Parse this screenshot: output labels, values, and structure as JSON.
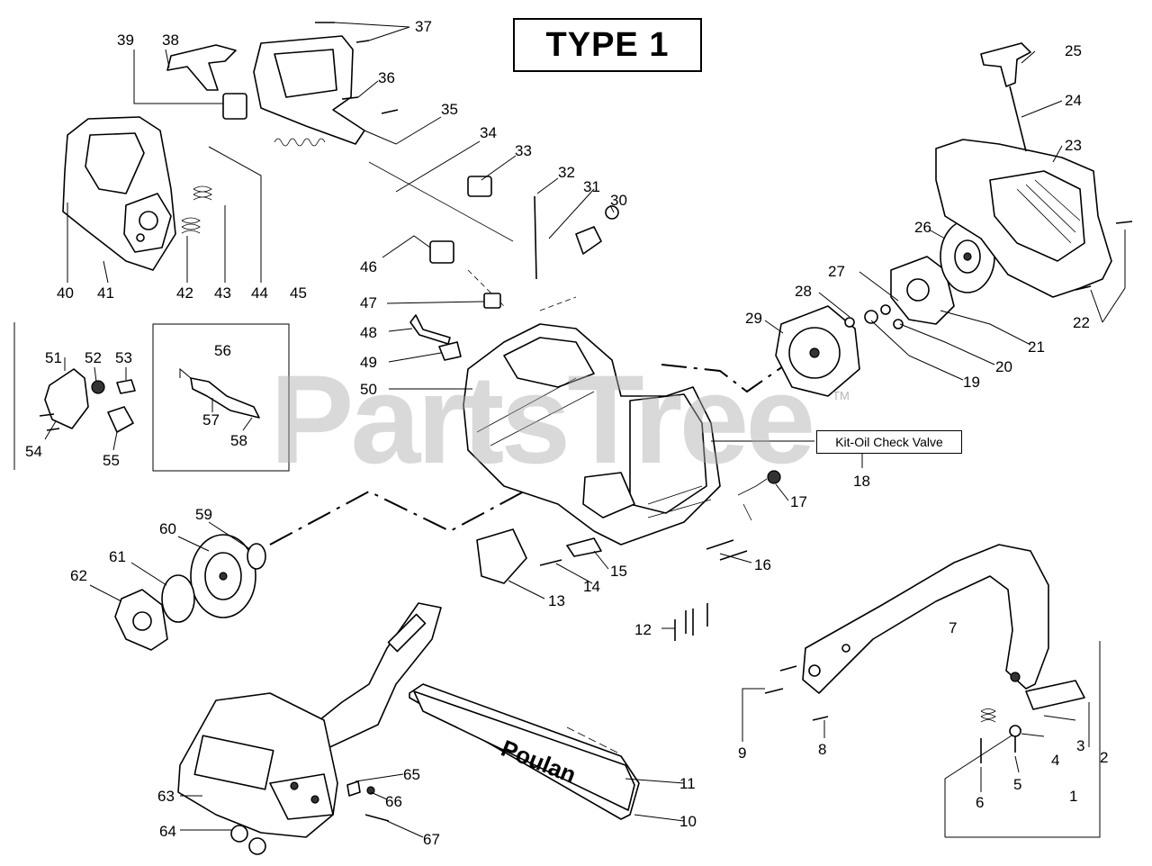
{
  "title_box": {
    "label": "TYPE 1"
  },
  "kit_box": {
    "label": "Kit-Oil Check Valve"
  },
  "watermark": {
    "text": "PartsTree",
    "trademark": "TM"
  },
  "brand_on_bar": "Poulan",
  "callouts": [
    {
      "id": "1",
      "label": "1"
    },
    {
      "id": "2",
      "label": "2"
    },
    {
      "id": "3",
      "label": "3"
    },
    {
      "id": "4",
      "label": "4"
    },
    {
      "id": "5",
      "label": "5"
    },
    {
      "id": "6",
      "label": "6"
    },
    {
      "id": "7",
      "label": "7"
    },
    {
      "id": "8",
      "label": "8"
    },
    {
      "id": "9",
      "label": "9"
    },
    {
      "id": "10",
      "label": "10"
    },
    {
      "id": "11",
      "label": "11"
    },
    {
      "id": "12",
      "label": "12"
    },
    {
      "id": "13",
      "label": "13"
    },
    {
      "id": "14",
      "label": "14"
    },
    {
      "id": "15",
      "label": "15"
    },
    {
      "id": "16",
      "label": "16"
    },
    {
      "id": "17",
      "label": "17"
    },
    {
      "id": "18",
      "label": "18"
    },
    {
      "id": "19",
      "label": "19"
    },
    {
      "id": "20",
      "label": "20"
    },
    {
      "id": "21",
      "label": "21"
    },
    {
      "id": "22",
      "label": "22"
    },
    {
      "id": "23",
      "label": "23"
    },
    {
      "id": "24",
      "label": "24"
    },
    {
      "id": "25",
      "label": "25"
    },
    {
      "id": "26",
      "label": "26"
    },
    {
      "id": "27",
      "label": "27"
    },
    {
      "id": "28",
      "label": "28"
    },
    {
      "id": "29",
      "label": "29"
    },
    {
      "id": "30",
      "label": "30"
    },
    {
      "id": "31",
      "label": "31"
    },
    {
      "id": "32",
      "label": "32"
    },
    {
      "id": "33",
      "label": "33"
    },
    {
      "id": "34",
      "label": "34"
    },
    {
      "id": "35",
      "label": "35"
    },
    {
      "id": "36",
      "label": "36"
    },
    {
      "id": "37",
      "label": "37"
    },
    {
      "id": "38",
      "label": "38"
    },
    {
      "id": "39",
      "label": "39"
    },
    {
      "id": "40",
      "label": "40"
    },
    {
      "id": "41",
      "label": "41"
    },
    {
      "id": "42",
      "label": "42"
    },
    {
      "id": "43",
      "label": "43"
    },
    {
      "id": "44",
      "label": "44"
    },
    {
      "id": "45",
      "label": "45"
    },
    {
      "id": "46",
      "label": "46"
    },
    {
      "id": "47",
      "label": "47"
    },
    {
      "id": "48",
      "label": "48"
    },
    {
      "id": "49",
      "label": "49"
    },
    {
      "id": "50",
      "label": "50"
    },
    {
      "id": "51",
      "label": "51"
    },
    {
      "id": "52",
      "label": "52"
    },
    {
      "id": "53",
      "label": "53"
    },
    {
      "id": "54",
      "label": "54"
    },
    {
      "id": "55",
      "label": "55"
    },
    {
      "id": "56",
      "label": "56"
    },
    {
      "id": "57",
      "label": "57"
    },
    {
      "id": "58",
      "label": "58"
    },
    {
      "id": "59",
      "label": "59"
    },
    {
      "id": "60",
      "label": "60"
    },
    {
      "id": "61",
      "label": "61"
    },
    {
      "id": "62",
      "label": "62"
    },
    {
      "id": "63",
      "label": "63"
    },
    {
      "id": "64",
      "label": "64"
    },
    {
      "id": "65",
      "label": "65"
    },
    {
      "id": "66",
      "label": "66"
    },
    {
      "id": "67",
      "label": "67"
    }
  ]
}
